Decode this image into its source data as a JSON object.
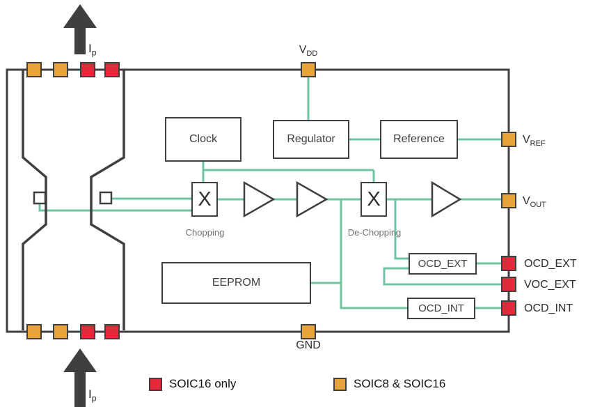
{
  "colors": {
    "orange": "#E8A33B",
    "red": "#E4293B",
    "teal": "#70C4A2",
    "dark": "#3F3F3F"
  },
  "blocks": {
    "clock": "Clock",
    "regulator": "Regulator",
    "reference": "Reference",
    "eeprom": "EEPROM",
    "ocd_ext": "OCD_EXT",
    "ocd_int": "OCD_INT"
  },
  "choppers": {
    "symbol": "X",
    "chopping_label": "Chopping",
    "dechopping_label": "De-Chopping"
  },
  "pins": {
    "vdd": {
      "main": "V",
      "sub": "DD"
    },
    "vref": {
      "main": "V",
      "sub": "REF"
    },
    "vout": {
      "main": "V",
      "sub": "OUT"
    },
    "ocd_ext": "OCD_EXT",
    "voc_ext": "VOC_EXT",
    "ocd_int": "OCD_INT",
    "gnd": "GND"
  },
  "current": {
    "main": "I",
    "sub": "p"
  },
  "legend": [
    {
      "swatch": "red",
      "label": "SOIC16 only"
    },
    {
      "swatch": "orange",
      "label": "SOIC8 & SOIC16"
    }
  ]
}
